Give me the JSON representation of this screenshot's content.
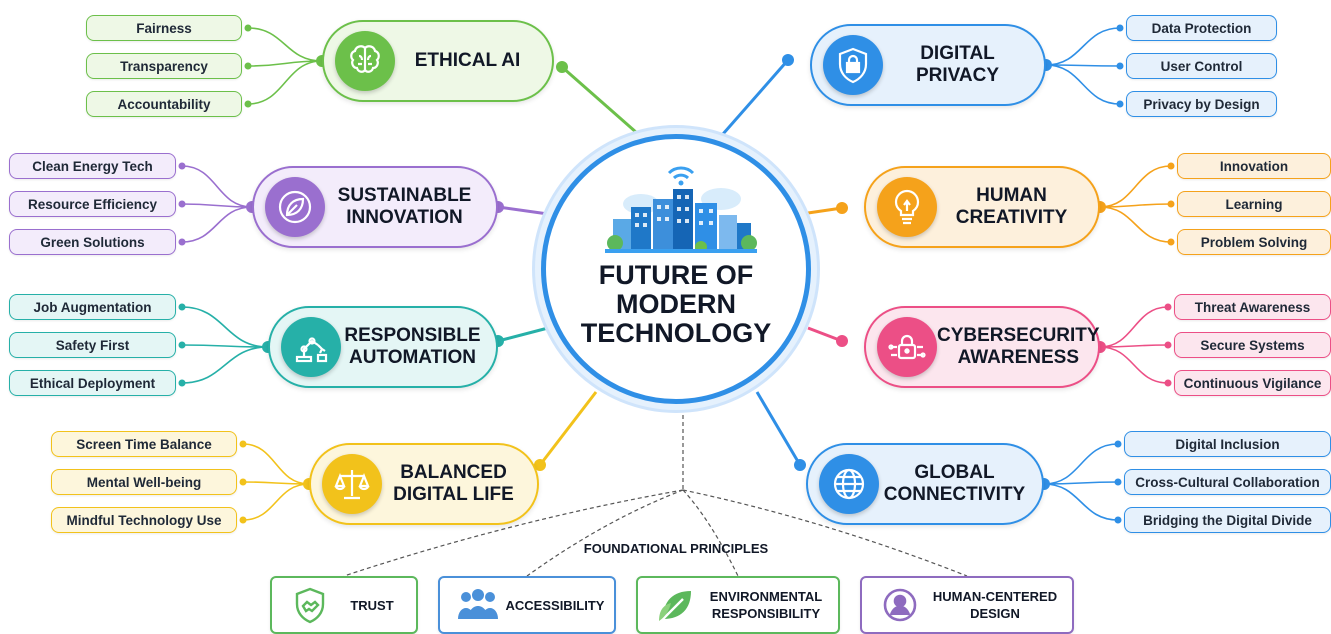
{
  "center": {
    "title": "FUTURE OF\nMODERN\nTECHNOLOGY",
    "icon": "smart-city-icon"
  },
  "foundation": {
    "title": "FOUNDATIONAL PRINCIPLES",
    "items": [
      {
        "label": "TRUST",
        "icon": "handshake-shield-icon",
        "color": "#5cb85c"
      },
      {
        "label": "ACCESSIBILITY",
        "icon": "people-group-icon",
        "color": "#4a90d9"
      },
      {
        "label": "ENVIRONMENTAL\nRESPONSIBILITY",
        "icon": "leaf-icon",
        "color": "#5cb85c"
      },
      {
        "label": "HUMAN-CENTERED\nDESIGN",
        "icon": "person-circle-icon",
        "color": "#8e6bbf"
      }
    ]
  },
  "topics": [
    {
      "label": "ETHICAL AI",
      "icon": "brain-icon",
      "color": "#6cc04a",
      "bg": "#eef8e6",
      "children": [
        "Fairness",
        "Transparency",
        "Accountability"
      ]
    },
    {
      "label": "SUSTAINABLE\nINNOVATION",
      "icon": "leaf-circle-icon",
      "color": "#9a6fcf",
      "bg": "#f3ecfb",
      "children": [
        "Clean Energy Tech",
        "Resource Efficiency",
        "Green Solutions"
      ]
    },
    {
      "label": "RESPONSIBLE\nAUTOMATION",
      "icon": "robot-arm-icon",
      "color": "#26b0a8",
      "bg": "#e4f6f5",
      "children": [
        "Job Augmentation",
        "Safety First",
        "Ethical Deployment"
      ]
    },
    {
      "label": "BALANCED\nDIGITAL LIFE",
      "icon": "balance-scale-icon",
      "color": "#f2c21b",
      "bg": "#fdf6dc",
      "children": [
        "Screen Time Balance",
        "Mental Well-being",
        "Mindful Technology Use"
      ]
    },
    {
      "label": "DIGITAL\nPRIVACY",
      "icon": "shield-lock-icon",
      "color": "#2f8fe6",
      "bg": "#e6f1fc",
      "children": [
        "Data Protection",
        "User Control",
        "Privacy by Design"
      ]
    },
    {
      "label": "HUMAN\nCREATIVITY",
      "icon": "lightbulb-icon",
      "color": "#f5a21b",
      "bg": "#fdf0dc",
      "children": [
        "Innovation",
        "Learning",
        "Problem Solving"
      ]
    },
    {
      "label": "CYBERSECURITY\nAWARENESS",
      "icon": "padlock-circuit-icon",
      "color": "#ec4f86",
      "bg": "#fce6ee",
      "children": [
        "Threat Awareness",
        "Secure Systems",
        "Continuous Vigilance"
      ]
    },
    {
      "label": "GLOBAL\nCONNECTIVITY",
      "icon": "globe-icon",
      "color": "#2f8fe6",
      "bg": "#e6f1fc",
      "children": [
        "Digital Inclusion",
        "Cross-Cultural Collaboration",
        "Bridging the Digital Divide"
      ]
    }
  ]
}
